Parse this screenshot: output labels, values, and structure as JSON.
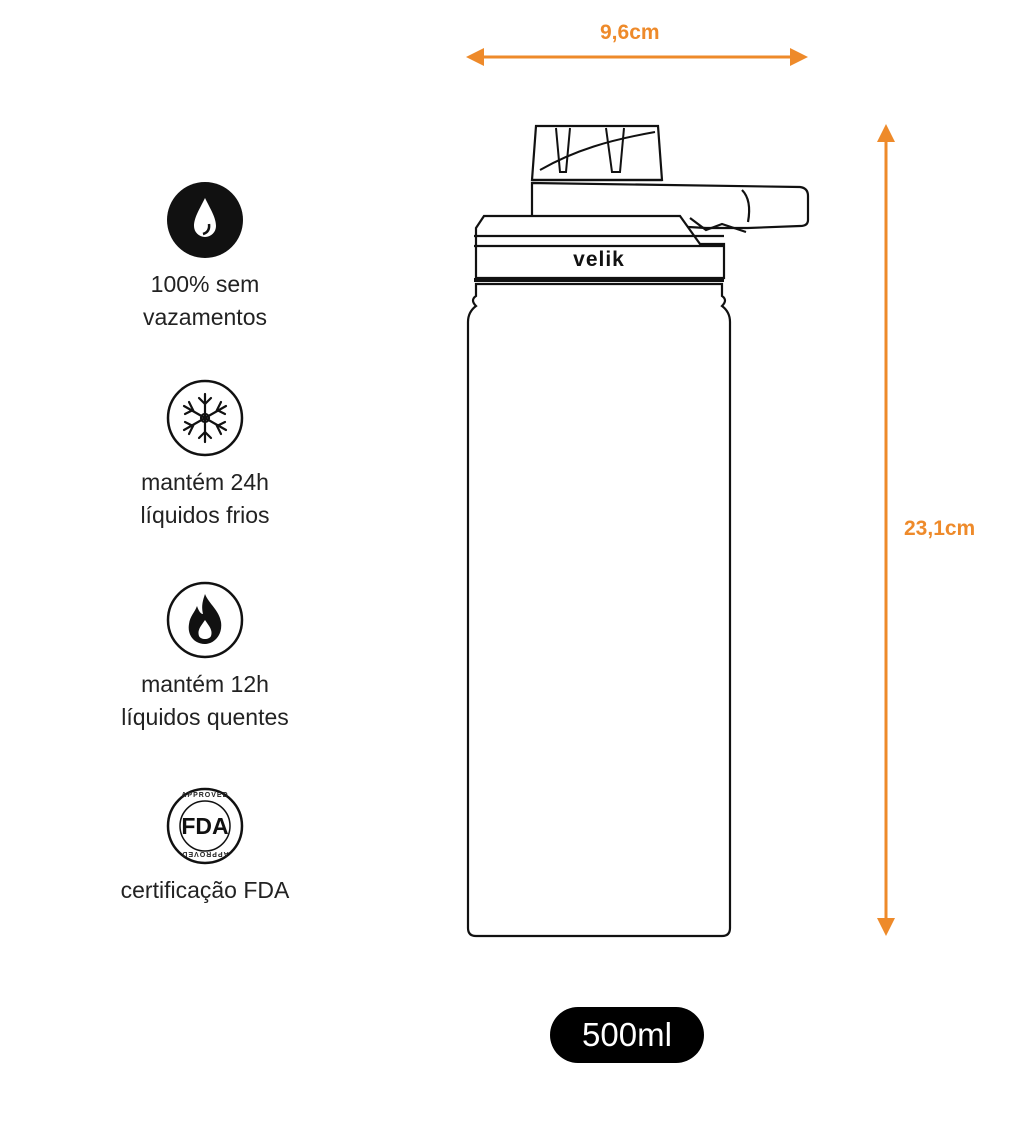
{
  "features": [
    {
      "icon": "water-drop-icon",
      "line1": "100% sem",
      "line2": "vazamentos"
    },
    {
      "icon": "snowflake-icon",
      "line1": "mantém 24h",
      "line2": "líquidos frios"
    },
    {
      "icon": "flame-icon",
      "line1": "mantém 12h",
      "line2": "líquidos quentes"
    },
    {
      "icon": "fda-approved-icon",
      "line1": "certificação FDA",
      "line2": ""
    }
  ],
  "badge": {
    "fda_text": "FDA",
    "approved_text": "APPROVED"
  },
  "dimensions": {
    "width": "9,6cm",
    "height": "23,1cm"
  },
  "bottle": {
    "brand": "velik",
    "volume": "500ml"
  },
  "colors": {
    "accent": "#EE8A2A",
    "ink": "#000000",
    "text": "#222222"
  }
}
